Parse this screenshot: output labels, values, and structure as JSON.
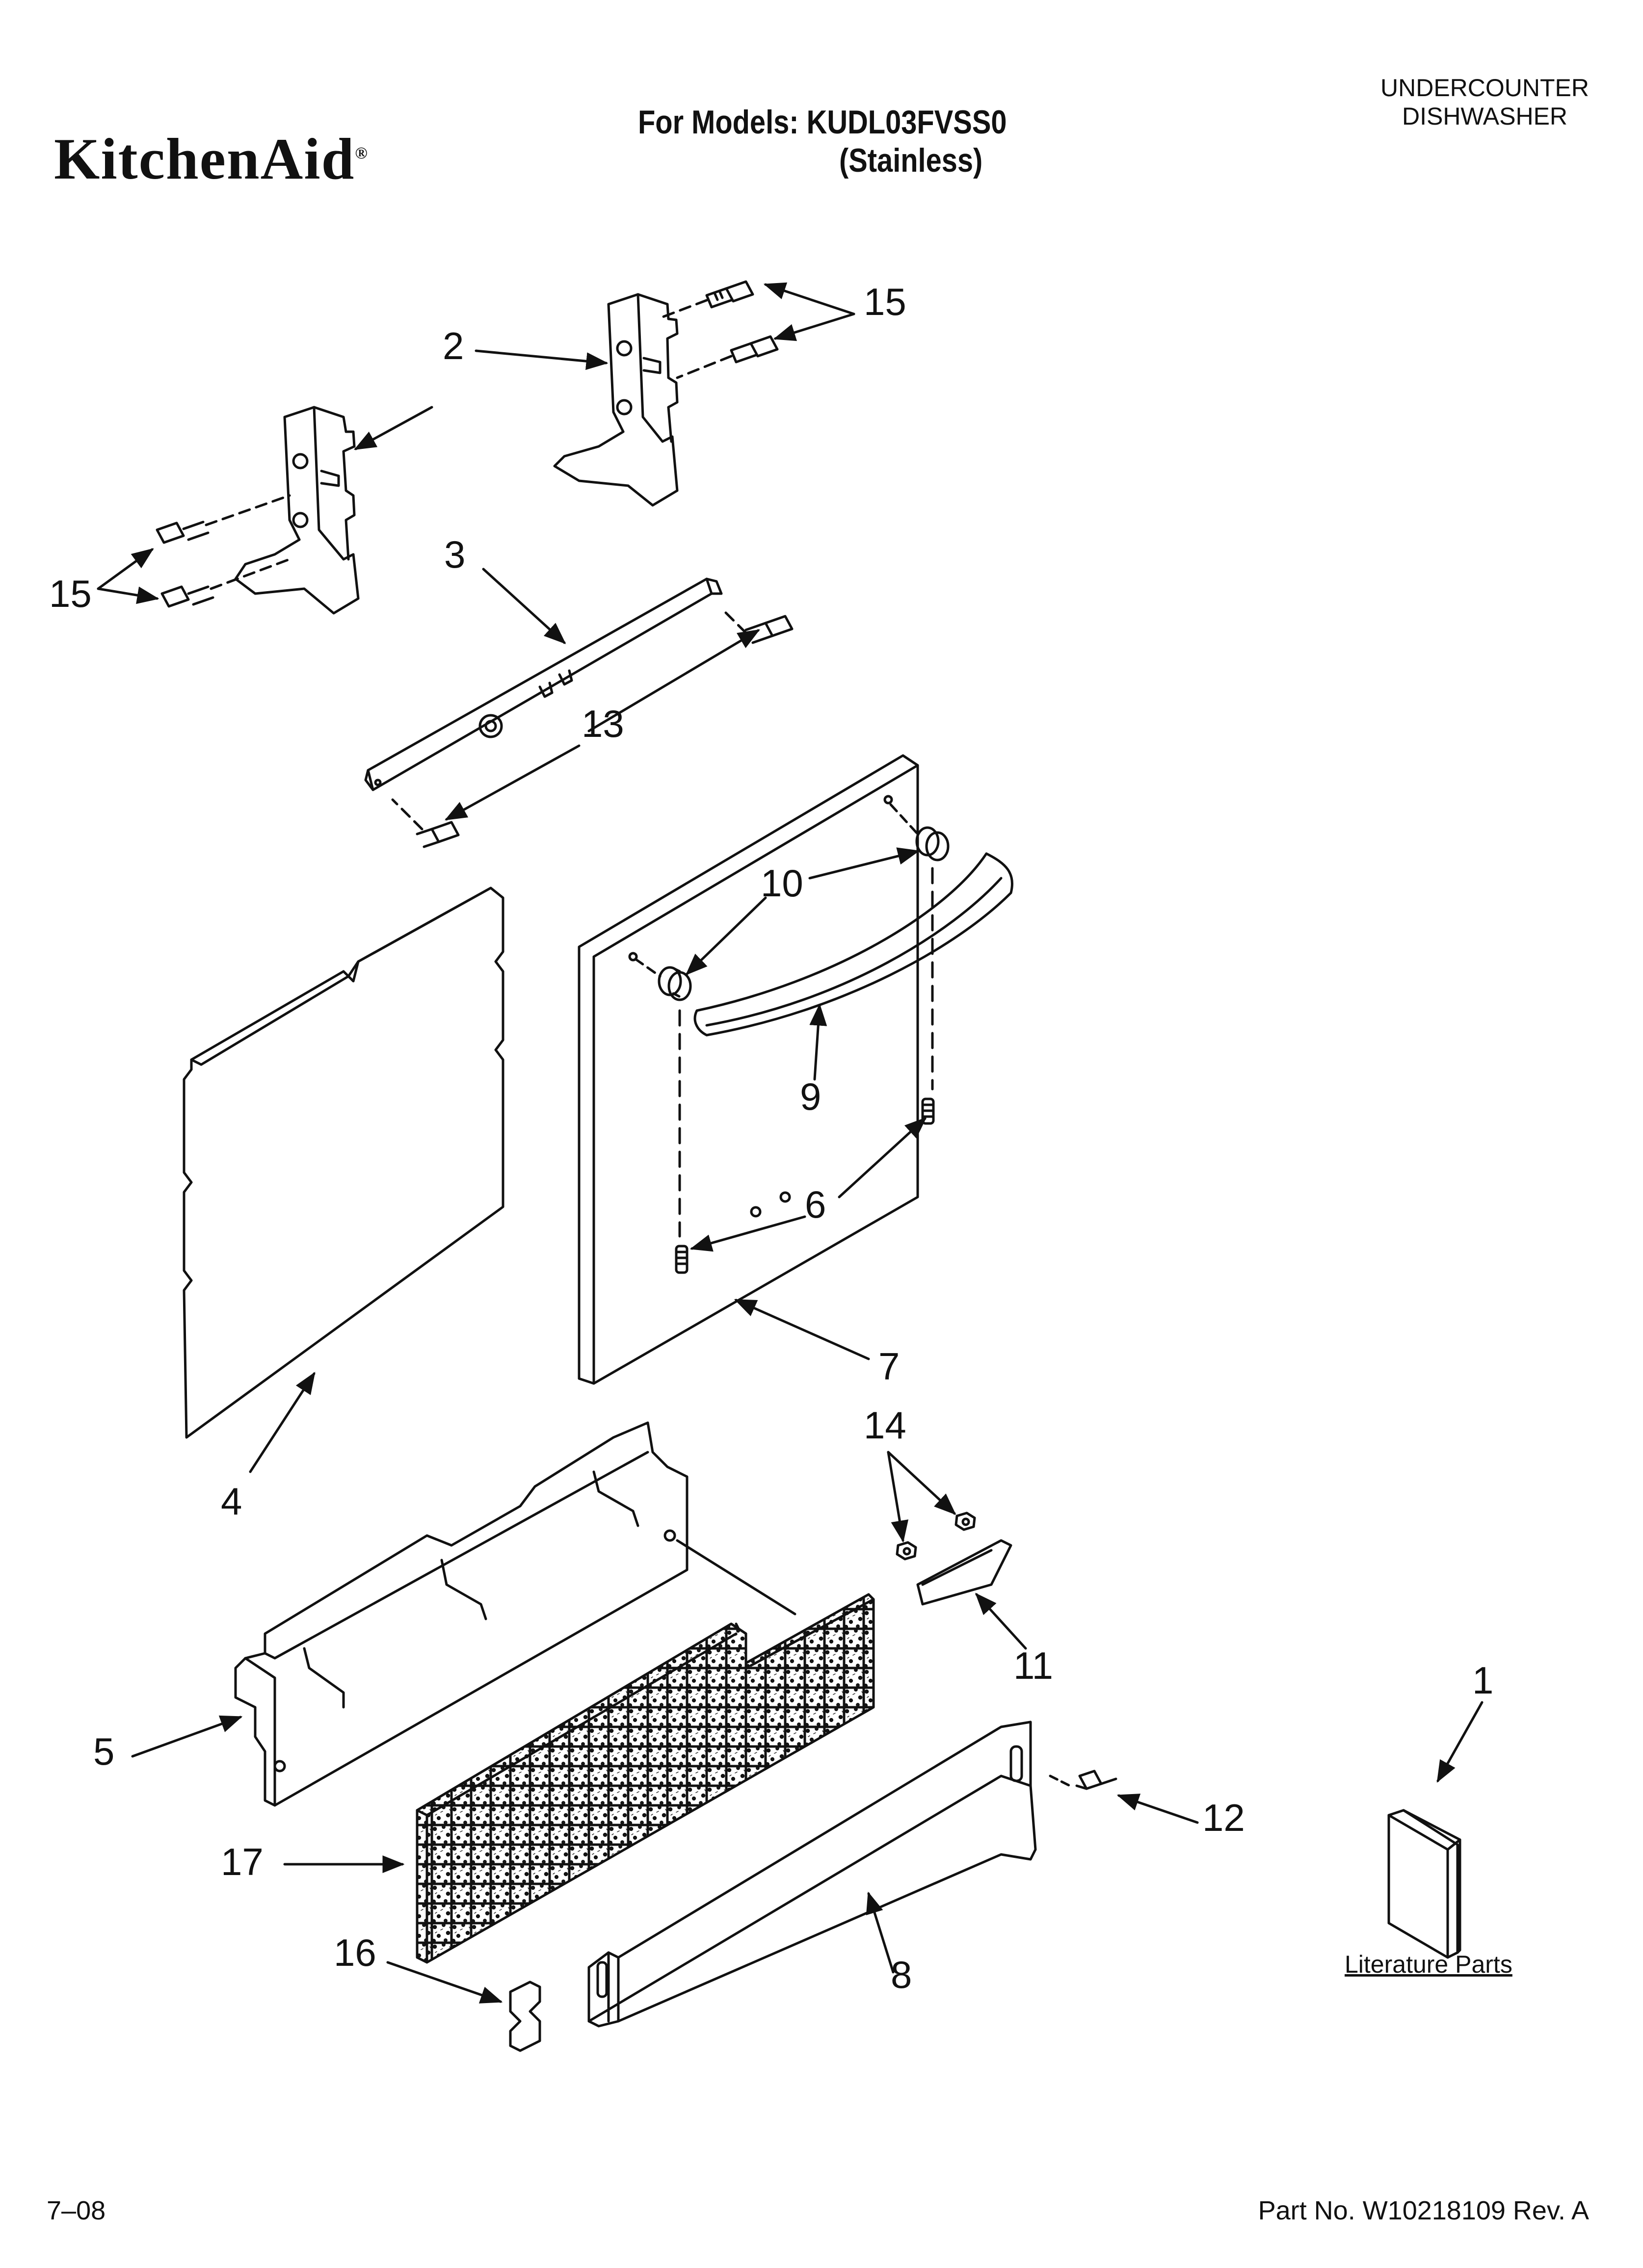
{
  "header": {
    "brand": "KitchenAid",
    "brand_mark": "®",
    "models_line": "For Models: KUDL03FVSS0",
    "finish": "(Stainless)",
    "product_line1": "UNDERCOUNTER",
    "product_line2": "DISHWASHER"
  },
  "callouts": {
    "c1": "1",
    "c2": "2",
    "c3": "3",
    "c4": "4",
    "c5": "5",
    "c6": "6",
    "c7": "7",
    "c8": "8",
    "c9": "9",
    "c10": "10",
    "c11": "11",
    "c12": "12",
    "c13": "13",
    "c14": "14",
    "c15a": "15",
    "c15b": "15",
    "c16": "16",
    "c17": "17"
  },
  "literature_label": "Literature Parts",
  "footer": {
    "date": "7–08",
    "part_number": "Part No. W10218109 Rev. A"
  }
}
